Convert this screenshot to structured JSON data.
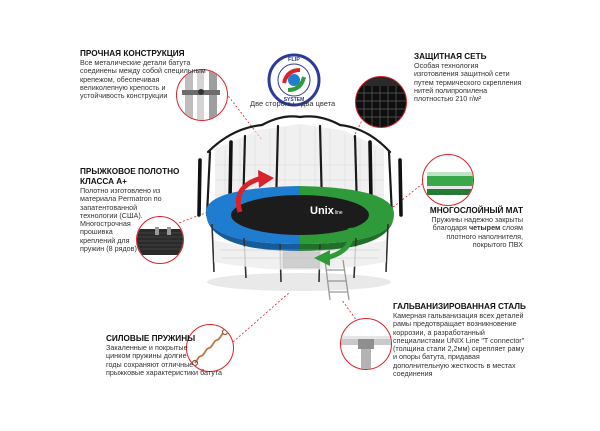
{
  "flip_badge": {
    "top": "FLIP",
    "bottom": "SYSTEM",
    "caption": "Две стороны - два цвета"
  },
  "features": {
    "construction": {
      "title": "ПРОЧНАЯ КОНСТРУКЦИЯ",
      "lines": [
        "Все металические детали батута",
        "соединены между собой специльным",
        "крепежом, обеспечивая",
        "великолепную крепость и",
        "устойчивость конструкции"
      ]
    },
    "net": {
      "title": "ЗАЩИТНАЯ СЕТЬ",
      "lines": [
        "Особая технология",
        "изготовления защитной сети",
        "путем термического скрепления",
        "нитей полипропилена",
        "плотностью 210 г/м²"
      ]
    },
    "mat": {
      "title_lines": [
        "ПРЫЖКОВОЕ ПОЛОТНО",
        "КЛАССА А+"
      ],
      "lines": [
        "Полотно изготовлено из",
        "материала Permatron по",
        "запатентованной",
        "технологии (США).",
        "Многострочная",
        "прошивка",
        "креплений для",
        "пружин (8 рядов)"
      ]
    },
    "pad": {
      "title": "МНОГОСЛОЙНЫЙ МАТ",
      "line1": "Пружины надежно закрыты",
      "line2_pre": "благодаря ",
      "line2_bold": "четырем",
      "line2_post": " слоям",
      "line3": "плотного наполнителя,",
      "line4": "покрытого ПВХ"
    },
    "steel": {
      "title": "ГАЛЬВАНИЗИРОВАННАЯ СТАЛЬ",
      "lines": [
        "Камерная гальванизация всех деталей",
        "рамы предотвращает возникновение",
        "коррозии, а разработанный",
        "специалистами  UNIX Line \"T connector\"",
        "(толщина стали 2,2мм) скрепляет раму",
        "и опоры батута, придавая",
        "дополнительную жесткость в местах",
        "соединения"
      ]
    },
    "springs": {
      "title": "СИЛОВЫЕ ПРУЖИНЫ",
      "lines": [
        "Закаленные и покрытые",
        "цинком пружины долгие",
        "годы сохраняют отличные",
        "прыжковые характеристики батута"
      ]
    }
  },
  "brand": {
    "mat_logo": "Unix",
    "mat_logo_suffix": "line"
  },
  "colors": {
    "accent": "#d9232a",
    "blue": "#1f7dd0",
    "green": "#2e9a3a",
    "mat": "#1c1c1c"
  }
}
